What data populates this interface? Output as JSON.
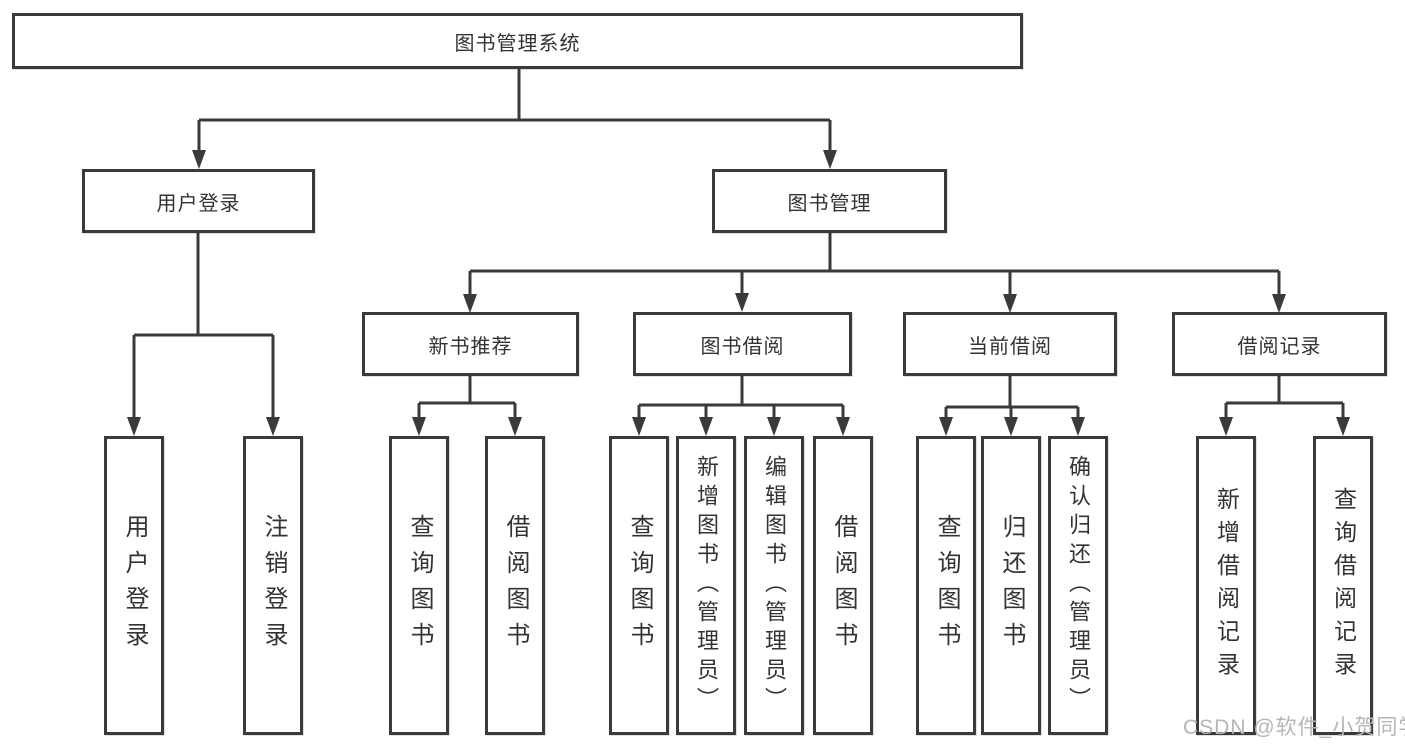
{
  "colors": {
    "line": "#3a3a3a",
    "box_border": "#3a3a3a",
    "text": "#333333",
    "watermark_text": "#b6b6b6"
  },
  "nodes": {
    "root": "图书管理系统",
    "user_login": "用户登录",
    "book_mgmt": "图书管理",
    "new_book_rec": "新书推荐",
    "book_borrow": "图书借阅",
    "current_borrow": "当前借阅",
    "borrow_record": "借阅记录",
    "ul_user_login": "用户登录",
    "ul_logout": "注销登录",
    "nb_query_book": "查询图书",
    "nb_borrow_book": "借阅图书",
    "bb_query_book": "查询图书",
    "bb_add_book": "新增图书（管理员）",
    "bb_edit_book": "编辑图书（管理员）",
    "bb_borrow_book": "借阅图书",
    "cb_query_book": "查询图书",
    "cb_return_book": "归还图书",
    "cb_confirm_return": "确认归还（管理员）",
    "br_add_record": "新增借阅记录",
    "br_query_record": "查询借阅记录"
  },
  "watermark": "CSDN @软件_小贺同学"
}
